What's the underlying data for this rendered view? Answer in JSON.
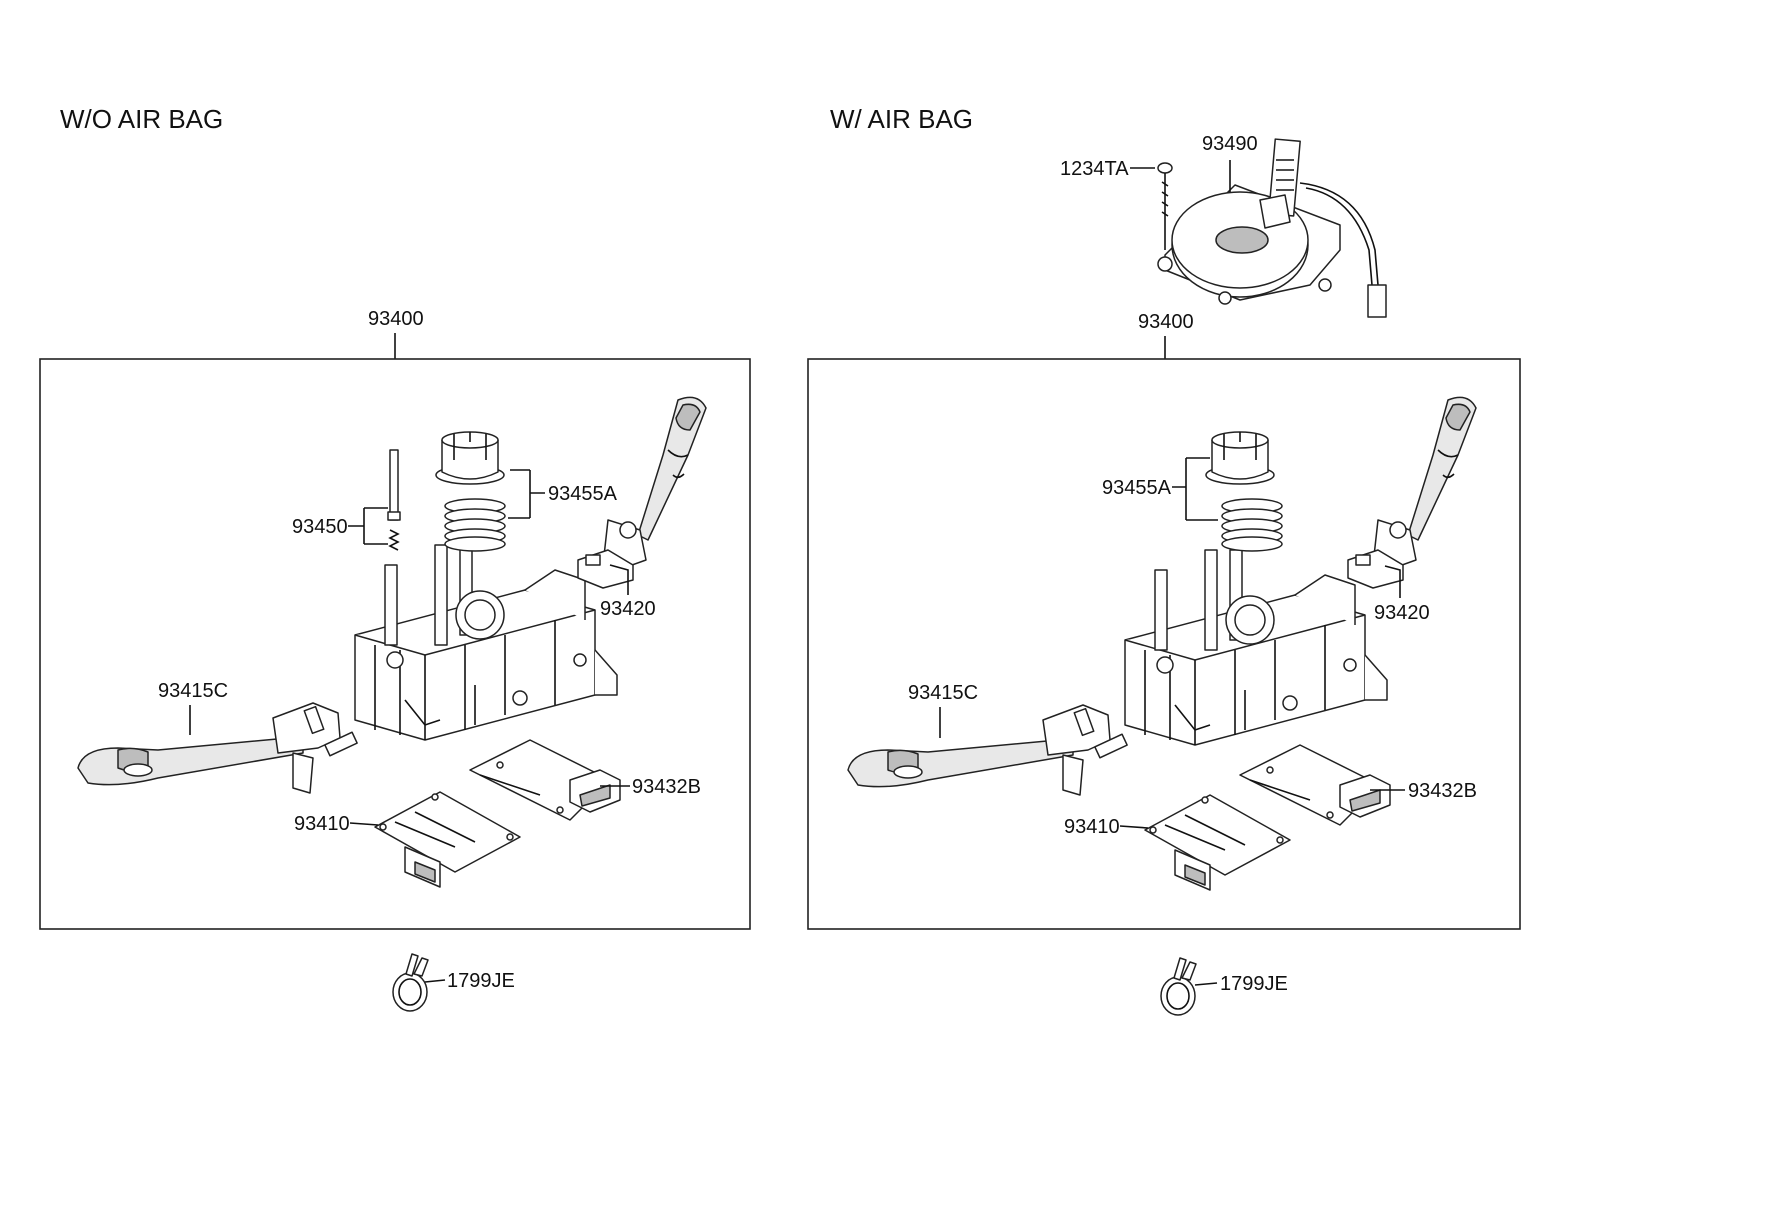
{
  "left": {
    "title": "W/O AIR BAG",
    "assembly": "93400",
    "parts": {
      "cap": "93455A",
      "pin": "93450",
      "wiper_switch": "93420",
      "light_switch": "93415C",
      "board_b": "93432B",
      "board": "93410",
      "clamp": "1799JE"
    }
  },
  "right": {
    "title": "W/ AIR BAG",
    "assembly": "93400",
    "screw": "1234TA",
    "clock_spring": "93490",
    "parts": {
      "cap": "93455A",
      "wiper_switch": "93420",
      "light_switch": "93415C",
      "board_b": "93432B",
      "board": "93410",
      "clamp": "1799JE"
    }
  }
}
